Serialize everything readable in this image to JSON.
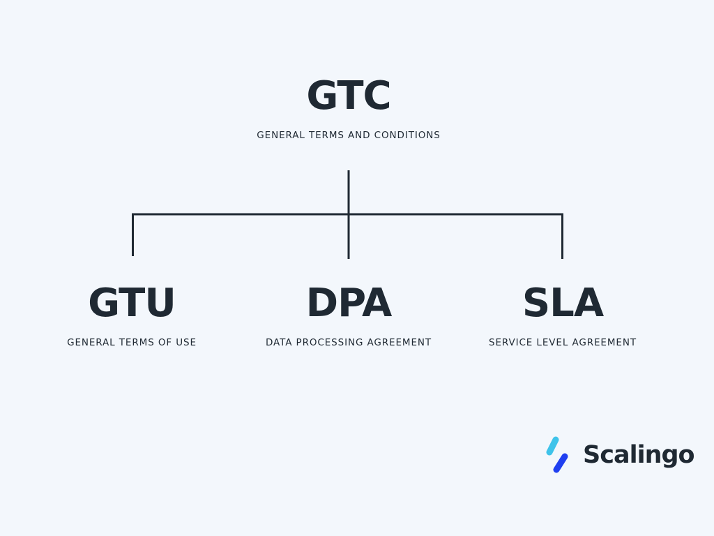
{
  "root": {
    "abbreviation": "GTC",
    "full_name": "GENERAL TERMS AND CONDITIONS"
  },
  "children": [
    {
      "abbreviation": "GTU",
      "full_name": "GENERAL TERMS OF USE"
    },
    {
      "abbreviation": "DPA",
      "full_name": "DATA PROCESSING AGREEMENT"
    },
    {
      "abbreviation": "SLA",
      "full_name": "SERVICE LEVEL AGREEMENT"
    }
  ],
  "brand": {
    "name": "Scalingo",
    "icon": "scalingo-logo-icon"
  },
  "colors": {
    "background": "#f3f7fc",
    "text": "#1f2933",
    "line": "#1f2933",
    "brand_light_blue": "#3ec3ea",
    "brand_dark_blue": "#1f3ff0"
  }
}
